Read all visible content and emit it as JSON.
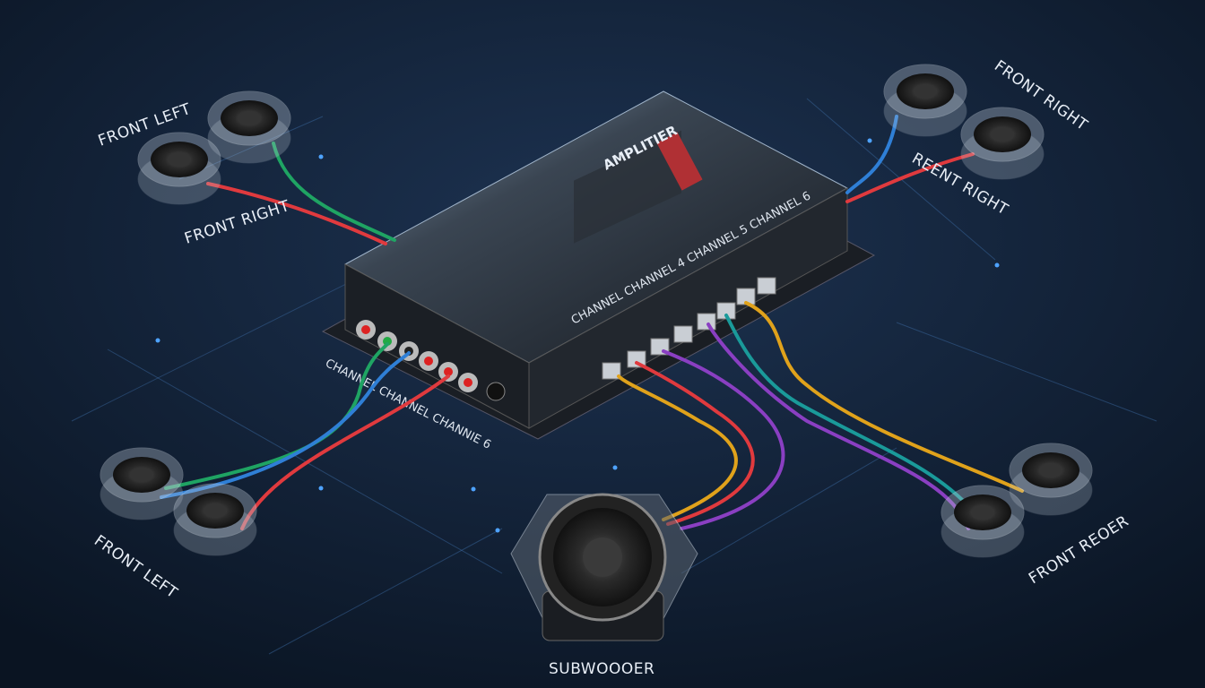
{
  "title": "Car amplifier speaker wiring diagram",
  "amplifier": {
    "label": "AMPLITIER",
    "top_channel_label": "CHANNEL CHANNEL 4 CHANNEL 5 CHANNEL 6",
    "front_channel_label": "CHANNEL CHANNEL CHANNIE 6"
  },
  "speakers": {
    "top_left_label": "FRONT LEFT",
    "mid_left_label": "FRONT RIGHT",
    "top_right_label": "FRONT RIGHT",
    "right_label": "REENT RIGHT",
    "bottom_left_label": "FRONT LEFT",
    "bottom_right_label": "FRONT REOER",
    "subwoofer_label": "SUBWOOOER"
  },
  "colors": {
    "background": "#0d1a2b",
    "wire_red": "#e03a3e",
    "wire_green": "#1fa463",
    "wire_blue": "#2f7fd6",
    "wire_yellow": "#e0a21b",
    "wire_purple": "#8a3fc2",
    "wire_teal": "#1a9a9a"
  }
}
